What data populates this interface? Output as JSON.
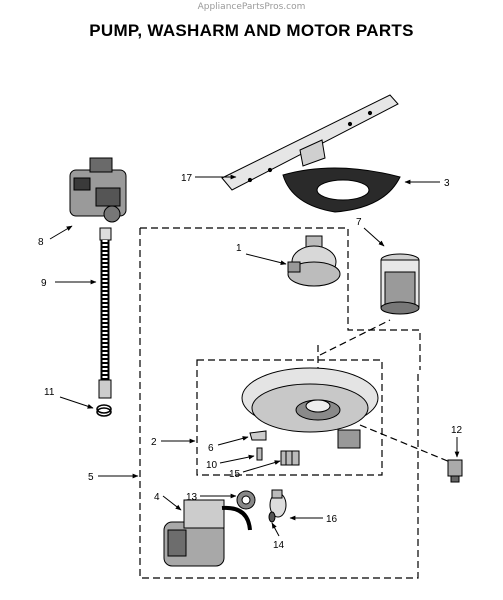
{
  "watermark": "AppliancePartsPros.com",
  "title": "PUMP, WASHARM AND MOTOR PARTS",
  "callouts": [
    "17",
    "3",
    "8",
    "1",
    "7",
    "9",
    "11",
    "2",
    "6",
    "10",
    "15",
    "12",
    "5",
    "4",
    "13",
    "16",
    "14"
  ]
}
